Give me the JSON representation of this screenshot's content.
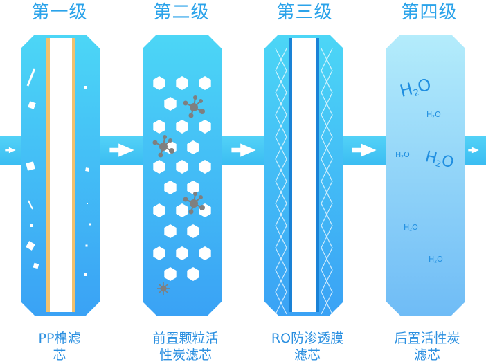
{
  "colors": {
    "title": "#2ba3ea",
    "caption": "#2a8fe0",
    "cartridge_top": "#4cd6f6",
    "cartridge_bottom": "#3aa2f5",
    "pipe": "#3ec5f4",
    "stage4_top": "#b4ecfb",
    "stage4_bottom": "#6fbcf6",
    "particle_gray": "#7f7f7f",
    "core_white": "#ffffff",
    "pp_edge": "#f2c16d",
    "ro_edge": "#1a82d6"
  },
  "stages": [
    {
      "title": "第一级",
      "caption_lines": [
        "PP棉滤",
        "芯"
      ],
      "icon": "pp-cotton-filter-icon"
    },
    {
      "title": "第二级",
      "caption_lines": [
        "前置颗粒活",
        "性炭滤芯"
      ],
      "icon": "granular-carbon-filter-icon"
    },
    {
      "title": "第三级",
      "caption_lines": [
        "RO防渗透膜",
        "滤芯"
      ],
      "icon": "ro-membrane-filter-icon"
    },
    {
      "title": "第四级",
      "caption_lines": [
        "后置活性炭",
        "滤芯"
      ],
      "icon": "post-carbon-filter-icon"
    }
  ],
  "molecule_labels": [
    "H2O",
    "H2O",
    "H2O",
    "H2O",
    "H2O",
    "H2O"
  ]
}
